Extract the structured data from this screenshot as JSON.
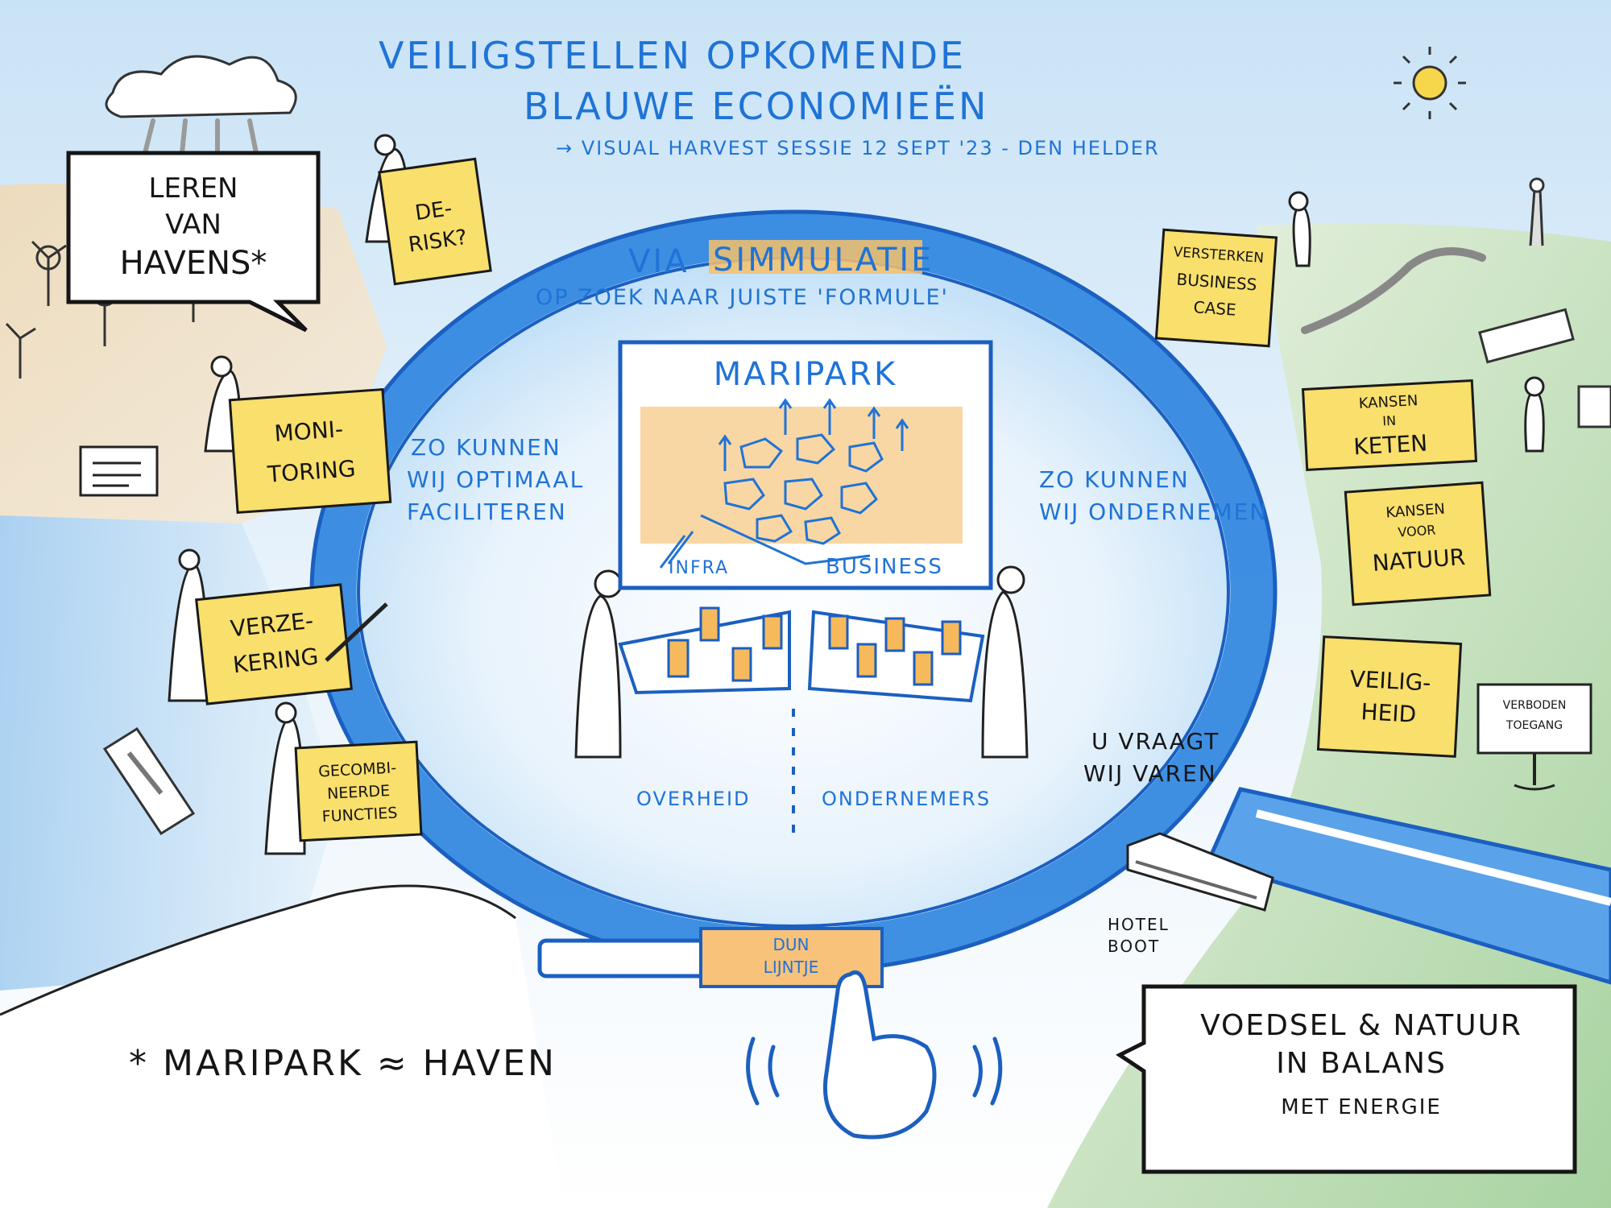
{
  "title": {
    "line1": "Veiligstellen opkomende",
    "line2": "blauwe economieën",
    "subtitle": "→ Visual harvest sessie 12 sept '23 - Den Helder"
  },
  "left_box": {
    "line1": "Leren",
    "line2": "van",
    "line3": "havens*"
  },
  "notes": {
    "derisk_1": "De-",
    "derisk_2": "risk?",
    "monitoring_1": "Moni-",
    "monitoring_2": "toring",
    "verzekering_1": "Verze-",
    "verzekering_2": "kering",
    "gecombineerde_1": "Gecombi-",
    "gecombineerde_2": "neerde",
    "gecombineerde_3": "functies",
    "versterken_1": "Versterken",
    "versterken_2": "business",
    "versterken_3": "case",
    "kansen_keten_1": "Kansen",
    "kansen_keten_2": "in",
    "kansen_keten_3": "keten",
    "kansen_natuur_1": "Kansen",
    "kansen_natuur_2": "voor",
    "kansen_natuur_3": "natuur",
    "veiligheid_1": "Veilig-",
    "veiligheid_2": "heid"
  },
  "ring": {
    "simulatie_via": "via",
    "simulatie_word": "simmulatie",
    "formule": "op zoek naar juiste 'formule'"
  },
  "center": {
    "title": "Maripark",
    "infra": "Infra",
    "business": "Business",
    "left_text_1": "zo kunnen",
    "left_text_2": "wij optimaal",
    "left_text_3": "faciliteren",
    "right_text_1": "zo kunnen",
    "right_text_2": "wij ondernemen",
    "overheid": "overheid",
    "ondernemers": "ondernemers"
  },
  "u_vraagt_1": "u vraagt",
  "u_vraagt_2": "wij varen",
  "hotel_1": "Hotel",
  "hotel_2": "boot",
  "dun_lijntje_1": "Dun",
  "dun_lijntje_2": "lijntje",
  "sign_1": "Verboden",
  "sign_2": "toegang",
  "footnote": "* Maripark ≈ haven",
  "right_box": {
    "line1": "Voedsel & natuur",
    "line2": "in balans",
    "line3": "met energie"
  },
  "colors": {
    "blue": "#1f73d6",
    "yellow": "#f9df6b",
    "ink": "#151515",
    "sun": "#f6d64a"
  }
}
